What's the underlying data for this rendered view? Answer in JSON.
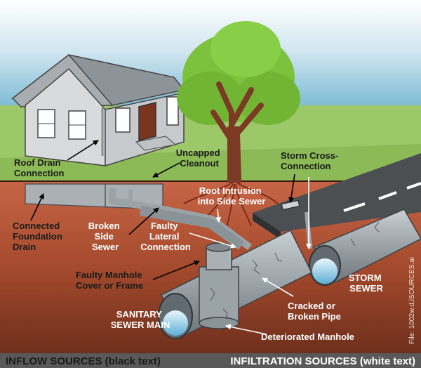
{
  "labels": {
    "roof_drain_1": "Roof Drain",
    "roof_drain_2": "Connection",
    "uncapped_1": "Uncapped",
    "uncapped_2": "Cleanout",
    "storm_cross_1": "Storm Cross-",
    "storm_cross_2": "Connection",
    "root_1": "Root Intrusion",
    "root_2": "into Side Sewer",
    "connected_1": "Connected",
    "connected_2": "Foundation",
    "connected_3": "Drain",
    "broken_side_1": "Broken",
    "broken_side_2": "Side",
    "broken_side_3": "Sewer",
    "faulty_lateral_1": "Faulty",
    "faulty_lateral_2": "Lateral",
    "faulty_lateral_3": "Connection",
    "faulty_manhole_1": "Faulty Manhole",
    "faulty_manhole_2": "Cover or Frame",
    "storm_sewer_1": "STORM",
    "storm_sewer_2": "SEWER",
    "cracked_1": "Cracked or",
    "cracked_2": "Broken Pipe",
    "sanitary_1": "SANITARY",
    "sanitary_2": "SEWER MAIN",
    "deteriorated": "Deteriorated Manhole"
  },
  "footer": {
    "inflow": "INFLOW SOURCES (black text)",
    "infiltration": "INFILTRATION SOURCES (white text)"
  },
  "file_note": "File: 1002w.d.iSOURCES.ai",
  "colors": {
    "sky": "#7fbcd6",
    "grass": "#9dc86a",
    "soil_top": "#b8583a",
    "soil_bottom": "#6e2f1c",
    "pipe": "#9aa3a8",
    "footer_bar": "#595959",
    "road": "#4b4f52",
    "foliage": "#7cc23d"
  }
}
